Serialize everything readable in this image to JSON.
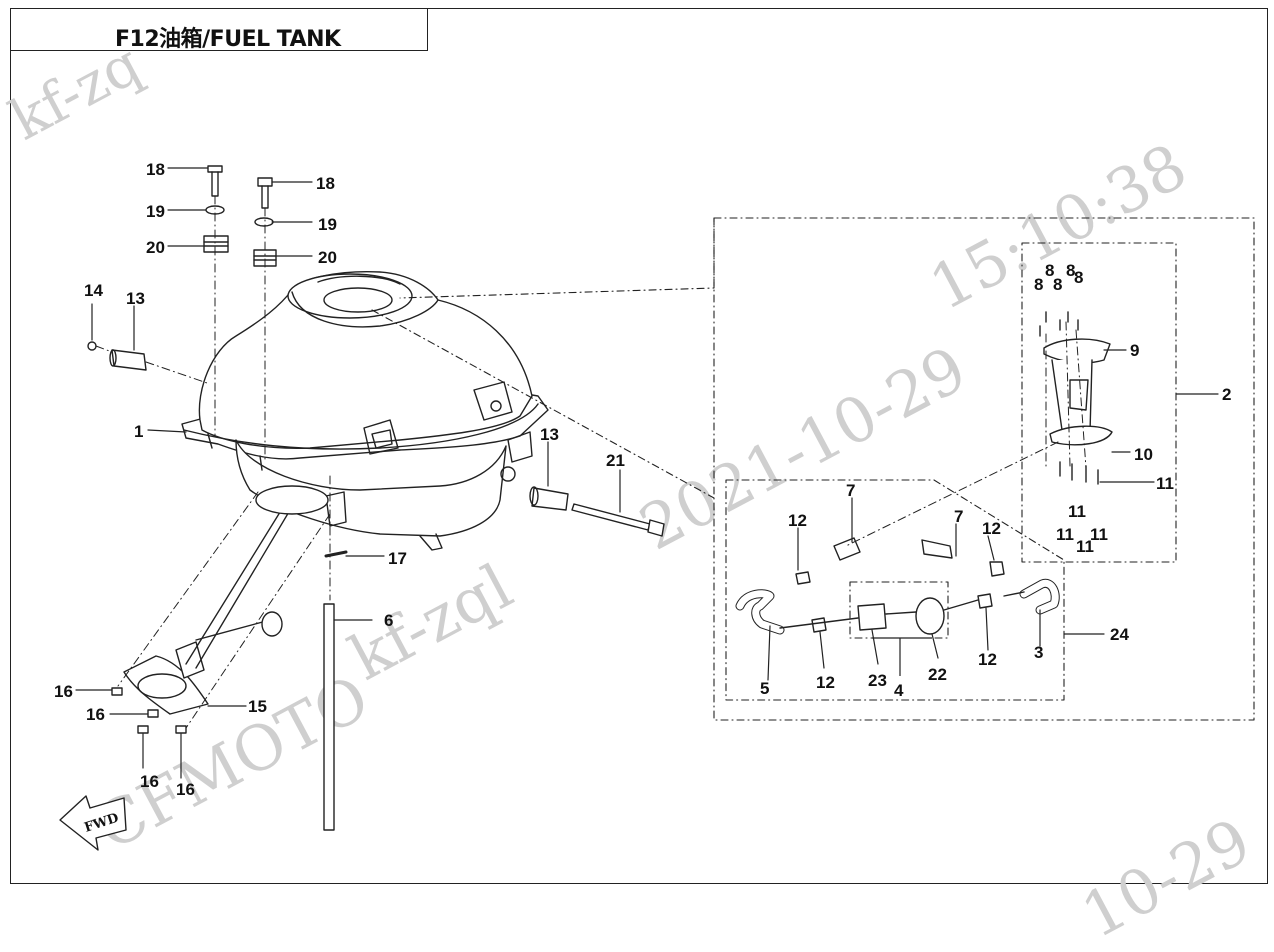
{
  "title": "F12油箱/FUEL TANK",
  "watermark": {
    "date": "2021-10-29",
    "time": "15:10:38",
    "user": "kf-zql",
    "corner_user": "kf-zq",
    "corner_date": "10-29",
    "brand": "CFMOTO"
  },
  "fwd_label": "FWD",
  "callouts": [
    {
      "id": "c18a",
      "text": "18"
    },
    {
      "id": "c18b",
      "text": "18"
    },
    {
      "id": "c19a",
      "text": "19"
    },
    {
      "id": "c19b",
      "text": "19"
    },
    {
      "id": "c20a",
      "text": "20"
    },
    {
      "id": "c20b",
      "text": "20"
    },
    {
      "id": "c14",
      "text": "14"
    },
    {
      "id": "c13a",
      "text": "13"
    },
    {
      "id": "c1",
      "text": "1"
    },
    {
      "id": "c13b",
      "text": "13"
    },
    {
      "id": "c21",
      "text": "21"
    },
    {
      "id": "c17",
      "text": "17"
    },
    {
      "id": "c6",
      "text": "6"
    },
    {
      "id": "c15",
      "text": "15"
    },
    {
      "id": "c16a",
      "text": "16"
    },
    {
      "id": "c16b",
      "text": "16"
    },
    {
      "id": "c16c",
      "text": "16"
    },
    {
      "id": "c16d",
      "text": "16"
    },
    {
      "id": "c8a",
      "text": "8"
    },
    {
      "id": "c8b",
      "text": "8"
    },
    {
      "id": "c8c",
      "text": "8"
    },
    {
      "id": "c8d",
      "text": "8"
    },
    {
      "id": "c8e",
      "text": "8"
    },
    {
      "id": "c9",
      "text": "9"
    },
    {
      "id": "c2",
      "text": "2"
    },
    {
      "id": "c10",
      "text": "10"
    },
    {
      "id": "c11a",
      "text": "11"
    },
    {
      "id": "c11b",
      "text": "11"
    },
    {
      "id": "c11c",
      "text": "11"
    },
    {
      "id": "c11d",
      "text": "11"
    },
    {
      "id": "c11e",
      "text": "11"
    },
    {
      "id": "c7a",
      "text": "7"
    },
    {
      "id": "c7b",
      "text": "7"
    },
    {
      "id": "c12a",
      "text": "12"
    },
    {
      "id": "c12b",
      "text": "12"
    },
    {
      "id": "c12c",
      "text": "12"
    },
    {
      "id": "c12d",
      "text": "12"
    },
    {
      "id": "c5",
      "text": "5"
    },
    {
      "id": "c23",
      "text": "23"
    },
    {
      "id": "c4",
      "text": "4"
    },
    {
      "id": "c22",
      "text": "22"
    },
    {
      "id": "c3",
      "text": "3"
    },
    {
      "id": "c24",
      "text": "24"
    }
  ]
}
